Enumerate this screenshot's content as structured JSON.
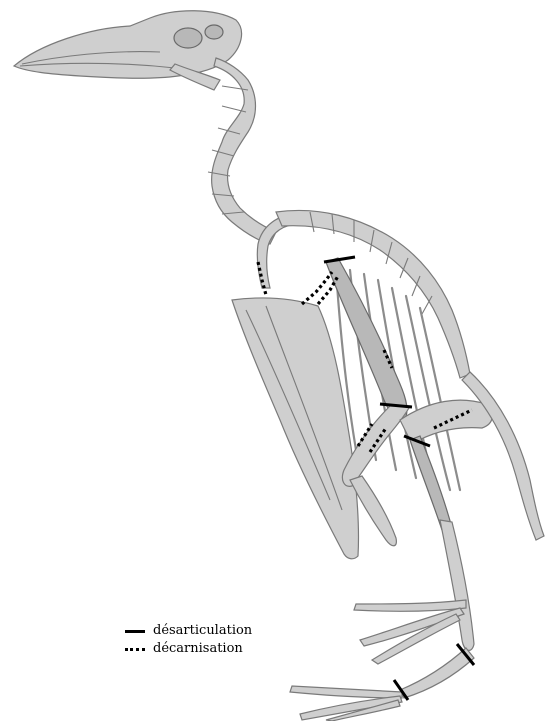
{
  "legend": {
    "items": [
      {
        "label": "désarticulation",
        "style": "solid"
      },
      {
        "label": "décarnisation",
        "style": "dotted"
      }
    ]
  },
  "colors": {
    "bone": "#cfcfcf",
    "bone_outline": "#7a7a7a",
    "marks": "#000000",
    "background": "#ffffff"
  }
}
